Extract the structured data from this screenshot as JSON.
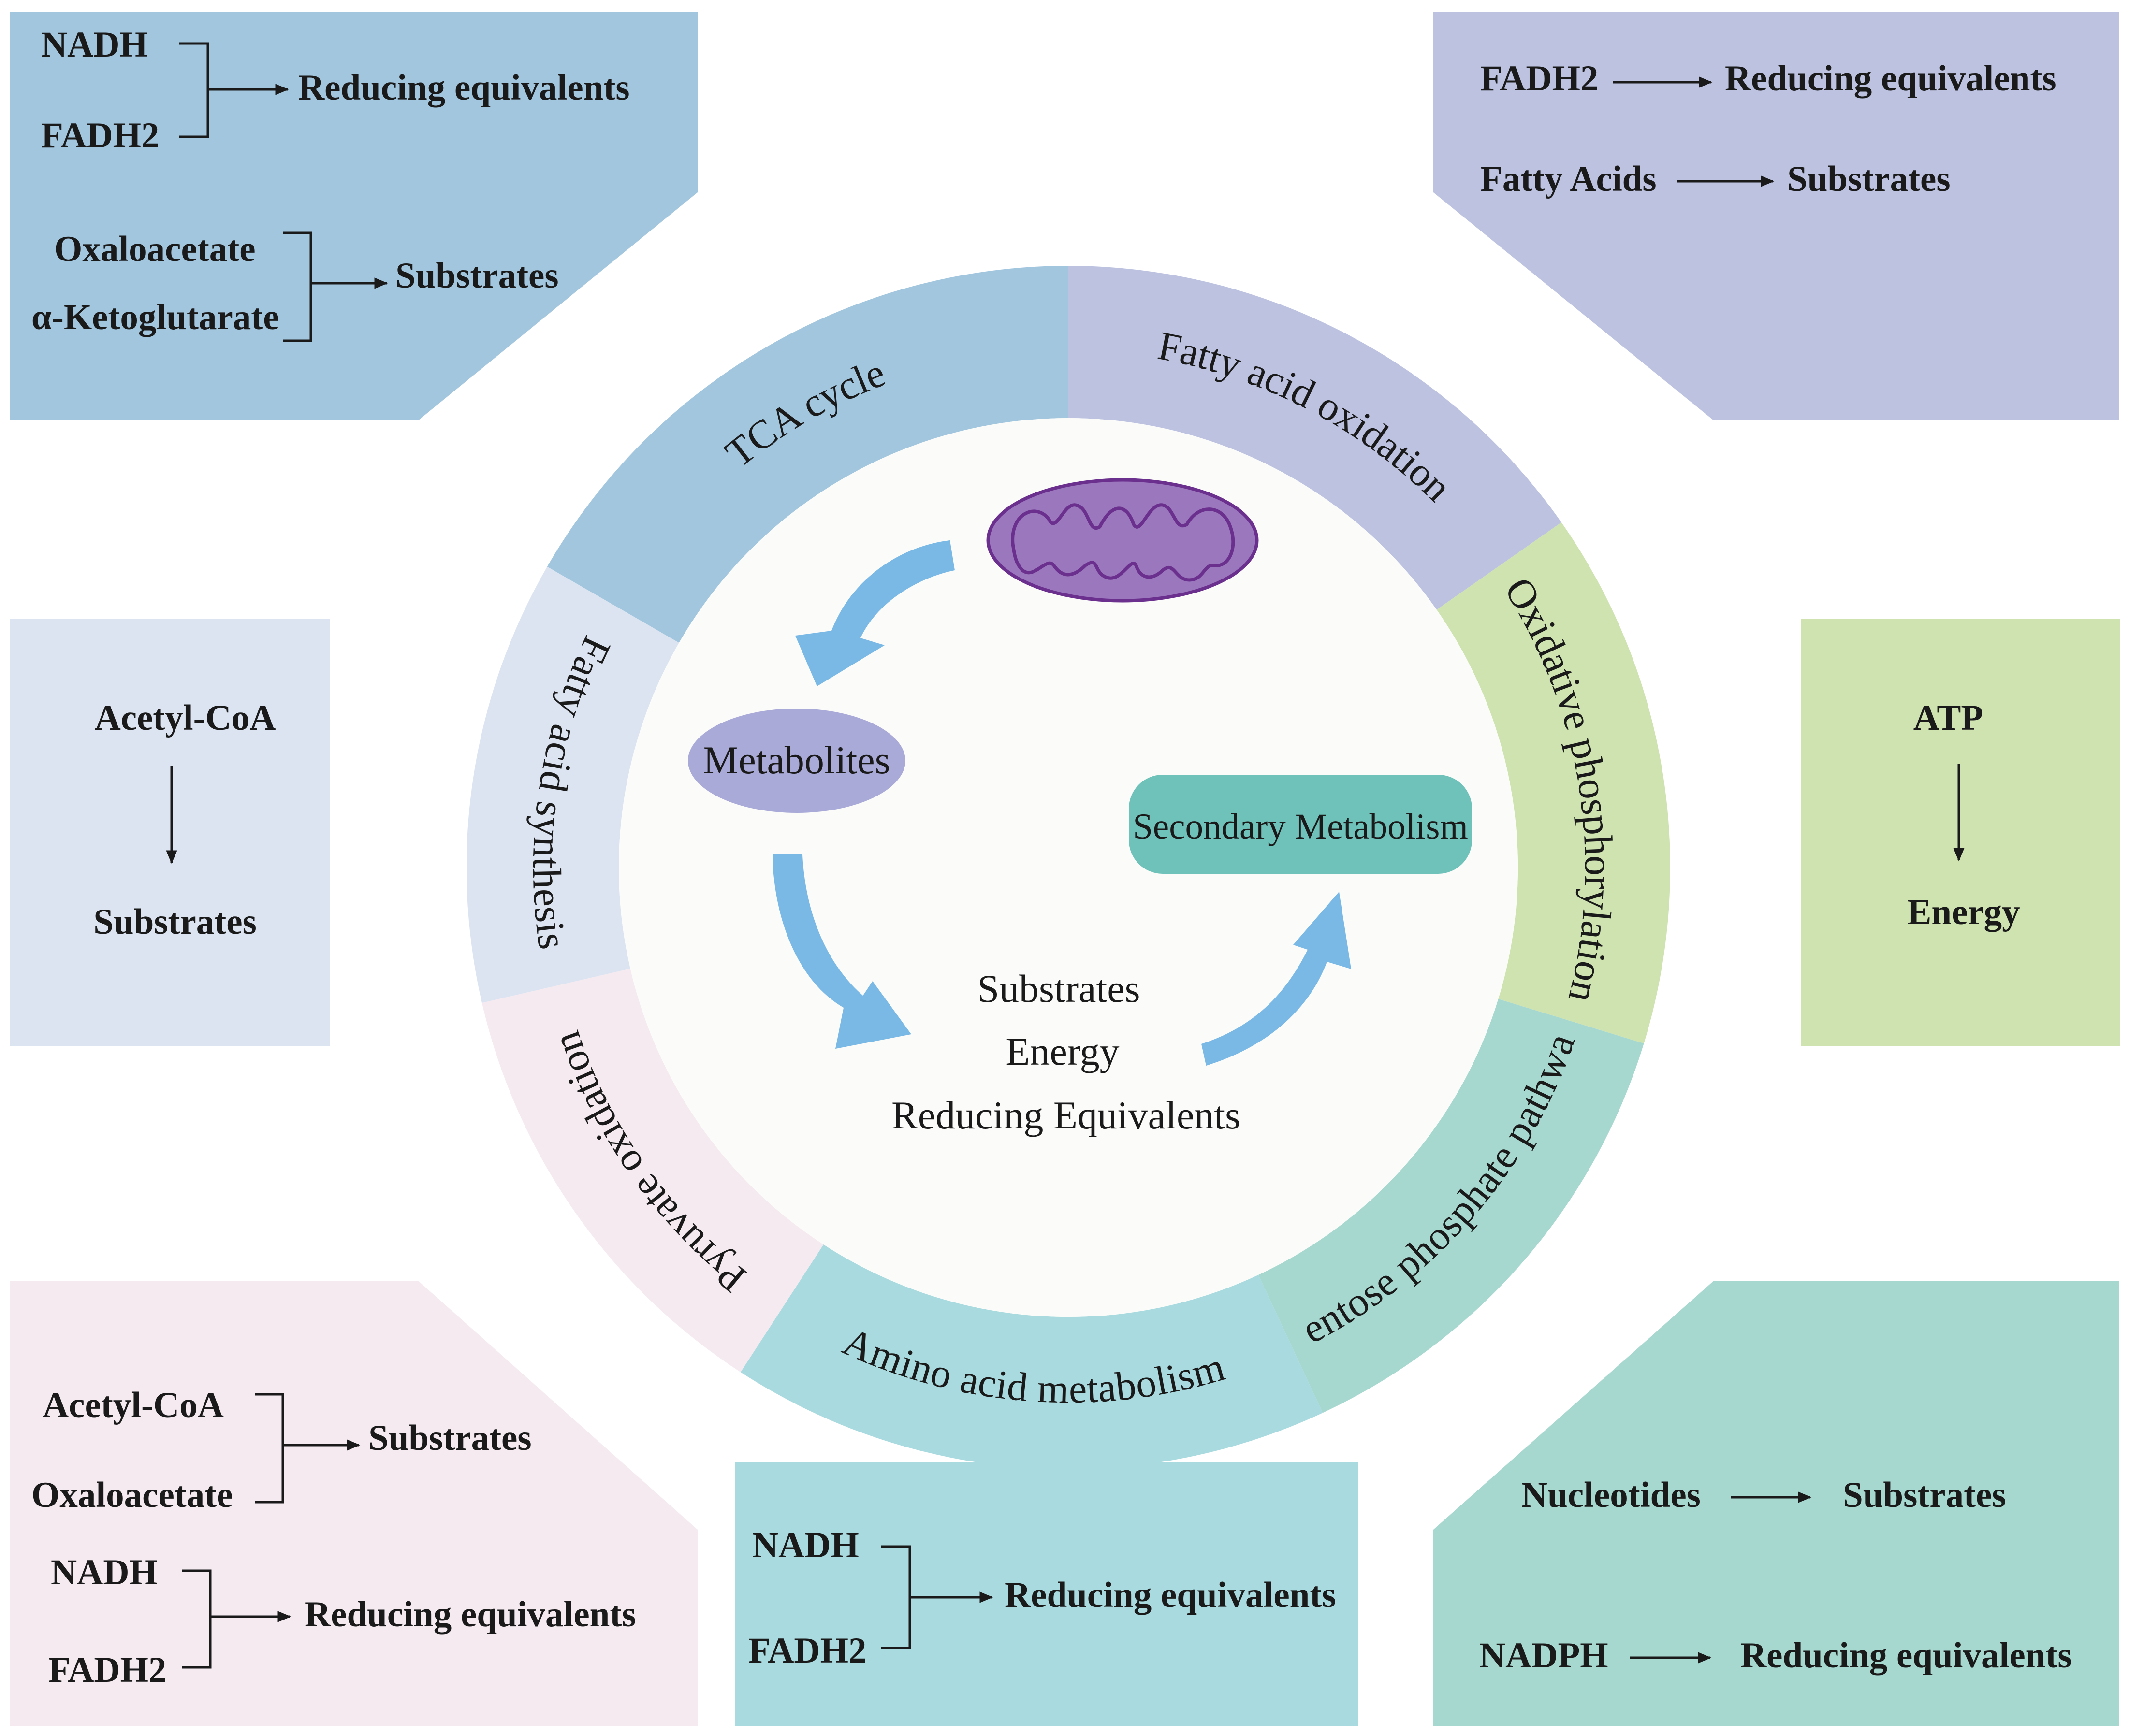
{
  "colors": {
    "tca": "#a3c6df",
    "fatty_acid_oxidation": "#bcc2e0",
    "oxidative_phosphorylation": "#cfe3b1",
    "pentose_phosphate": "#a7d8d0",
    "amino_acid": "#a9dadf",
    "pyruvate": "#f4eaf0",
    "fatty_acid_synthesis": "#dce4f1",
    "inner_circle": "#fbfcf9",
    "arrow": "#7ab8e6",
    "mitochondrion_fill": "#9b78bd",
    "mitochondrion_stroke": "#6b2f8e",
    "metabolites_oval": "#aaaad8",
    "secondary_box": "#6fc2ba"
  },
  "ring": {
    "tca": "TCA cycle",
    "fatty_acid_oxidation": "Fatty acid oxidation",
    "oxidative_phosphorylation": "Oxidative phosphorylation",
    "pentose_phosphate": "Pentose phosphate pathway",
    "amino_acid": "Amino acid metabolism",
    "pyruvate": "Pyruvate oxidation",
    "fatty_acid_synthesis": "Fatty acid synthesis"
  },
  "center": {
    "metabolites": "Metabolites",
    "secondary": "Secondary Metabolism",
    "outputs": [
      "Substrates",
      "Energy",
      "Reducing Equivalents"
    ]
  },
  "boxes": {
    "tca": {
      "pair1": [
        "NADH",
        "FADH2"
      ],
      "pair1_result": "Reducing equivalents",
      "pair2": [
        "Oxaloacetate",
        "α-Ketoglutarate"
      ],
      "pair2_result": "Substrates"
    },
    "fatty_acid_oxidation": {
      "row1": [
        "FADH2",
        "Reducing equivalents"
      ],
      "row2": [
        "Fatty Acids",
        "Substrates"
      ]
    },
    "fatty_acid_synthesis": {
      "from": "Acetyl-CoA",
      "to": "Substrates"
    },
    "oxidative_phosphorylation": {
      "from": "ATP",
      "to": "Energy"
    },
    "pyruvate": {
      "pair1": [
        "Acetyl-CoA",
        "Oxaloacetate"
      ],
      "pair1_result": "Substrates",
      "pair2": [
        "NADH",
        "FADH2"
      ],
      "pair2_result": "Reducing equivalents"
    },
    "amino_acid": {
      "pair": [
        "NADH",
        "FADH2"
      ],
      "result": "Reducing equivalents"
    },
    "pentose_phosphate": {
      "row1": [
        "Nucleotides",
        "Substrates"
      ],
      "row2": [
        "NADPH",
        "Reducing equivalents"
      ]
    }
  }
}
